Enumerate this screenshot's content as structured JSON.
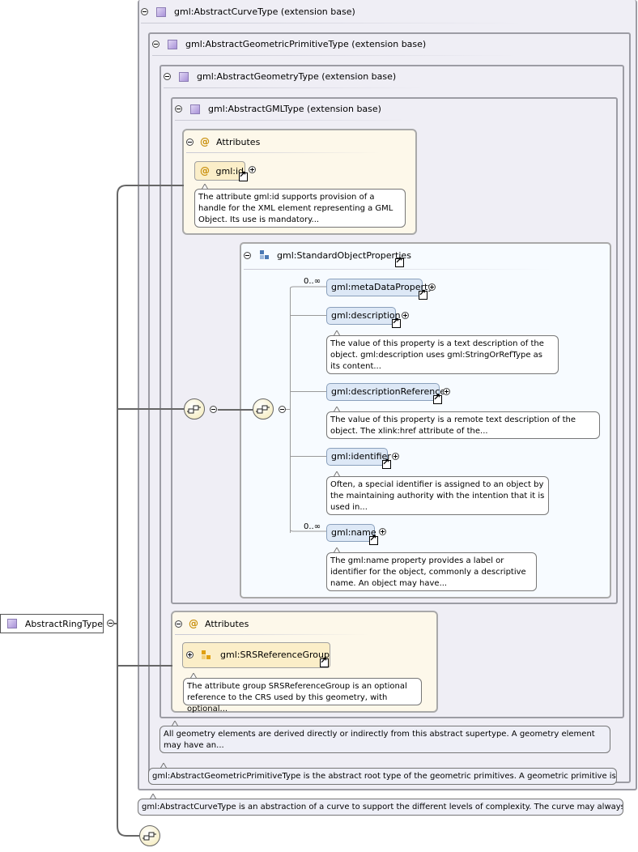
{
  "root": {
    "label": "AbstractRingType"
  },
  "types": {
    "curve": {
      "label": "gml:AbstractCurveType (extension base)",
      "doc": "gml:AbstractCurveType is an abstraction of a curve to support the different levels of complexity. The curve may always..."
    },
    "primitive": {
      "label": "gml:AbstractGeometricPrimitiveType (extension base)",
      "doc": "gml:AbstractGeometricPrimitiveType is the abstract root type of the geometric primitives. A geometric primitive is a..."
    },
    "geometry": {
      "label": "gml:AbstractGeometryType (extension base)",
      "doc": "All geometry elements are derived directly or indirectly from this abstract supertype. A geometry element may have an..."
    },
    "gml": {
      "label": "gml:AbstractGMLType (extension base)"
    }
  },
  "attributes_gml": {
    "label": "Attributes",
    "id_label": "gml:id",
    "id_doc": "The attribute gml:id supports provision of a handle for the XML element representing a GML Object. Its use is mandatory..."
  },
  "standard_object_properties": {
    "label": "gml:StandardObjectProperties",
    "elements": [
      {
        "label": "gml:metaDataProperty",
        "card": "0..∞",
        "doc": ""
      },
      {
        "label": "gml:description",
        "card": "",
        "doc": "The value of this property is a text description of the object. gml:description uses gml:StringOrRefType as its content..."
      },
      {
        "label": "gml:descriptionReference",
        "card": "",
        "doc": "The value of this property is a remote text description of the object. The xlink:href attribute of the..."
      },
      {
        "label": "gml:identifier",
        "card": "",
        "doc": "Often, a special identifier is assigned to an object by the maintaining authority with the intention that it is used in..."
      },
      {
        "label": "gml:name",
        "card": "0..∞",
        "doc": "The gml:name property provides a label or identifier for the object, commonly a descriptive name. An object may have..."
      }
    ]
  },
  "attributes_geometry": {
    "label": "Attributes",
    "group_label": "gml:SRSReferenceGroup",
    "group_doc": "The attribute group SRSReferenceGroup is an optional reference to the CRS used by this geometry, with optional..."
  },
  "colors": {
    "element_fill": "#dde8f6",
    "attribute_fill": "#fdf8ea",
    "extension_fill": "#efeef5"
  }
}
